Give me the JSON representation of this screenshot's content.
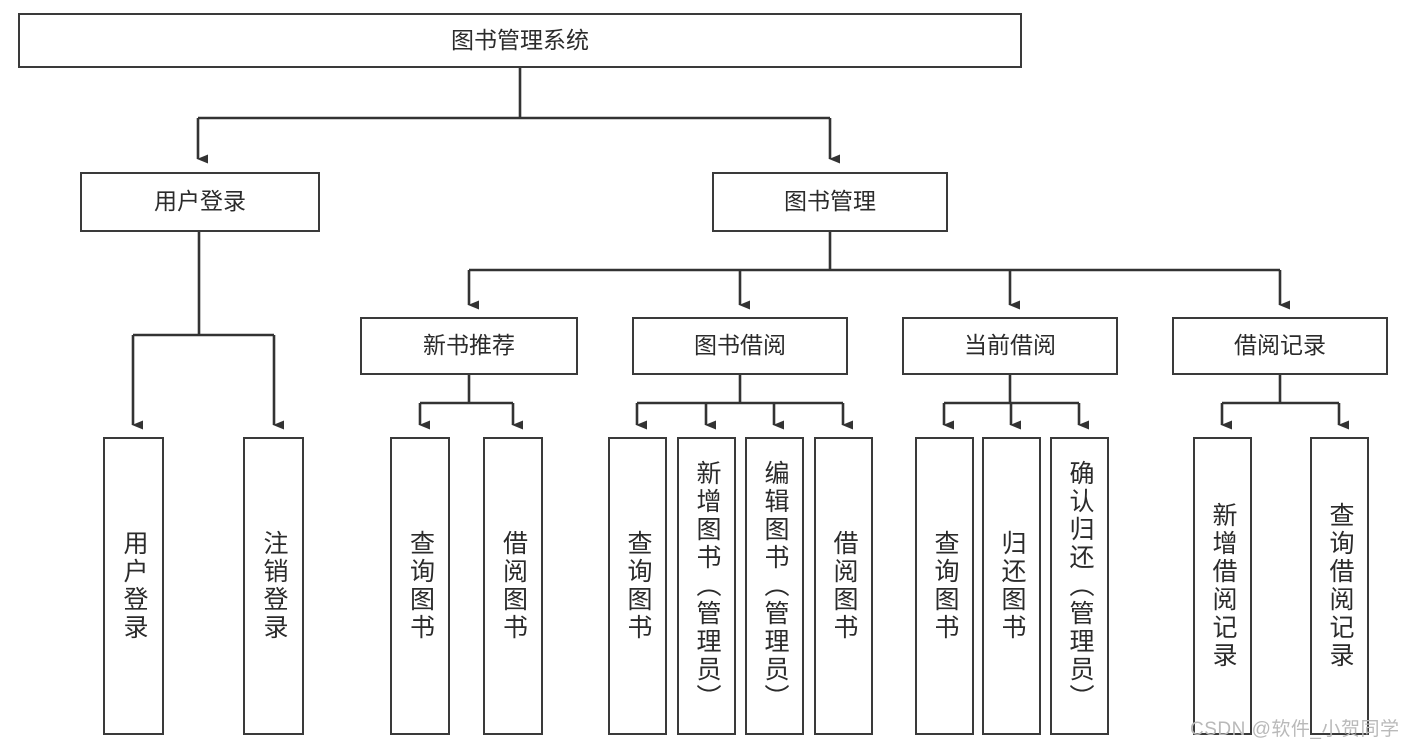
{
  "diagram": {
    "type": "tree",
    "title": "图书管理系统",
    "theme": {
      "background": "#ffffff",
      "box_border": "#3a3a3a",
      "box_fill": "#ffffff",
      "text": "#2b2b2b",
      "connector": "#333333",
      "watermark": "#b9b9b9"
    },
    "root": {
      "label": "图书管理系统"
    },
    "level2": [
      {
        "label": "用户登录"
      },
      {
        "label": "图书管理"
      }
    ],
    "level3": [
      {
        "label": "新书推荐"
      },
      {
        "label": "图书借阅"
      },
      {
        "label": "当前借阅"
      },
      {
        "label": "借阅记录"
      }
    ],
    "leaves": {
      "user_login": [
        {
          "label": "用户登录"
        },
        {
          "label": "注销登录"
        }
      ],
      "new_book_recommend": [
        {
          "label": "查询图书"
        },
        {
          "label": "借阅图书"
        }
      ],
      "book_borrow": [
        {
          "label": "查询图书"
        },
        {
          "label": "新增图书（管理员）"
        },
        {
          "label": "编辑图书（管理员）"
        },
        {
          "label": "借阅图书"
        }
      ],
      "current_borrow": [
        {
          "label": "查询图书"
        },
        {
          "label": "归还图书"
        },
        {
          "label": "确认归还（管理员）"
        }
      ],
      "borrow_records": [
        {
          "label": "新增借阅记录"
        },
        {
          "label": "查询借阅记录"
        }
      ]
    },
    "watermark": "CSDN @软件_小贺同学"
  }
}
